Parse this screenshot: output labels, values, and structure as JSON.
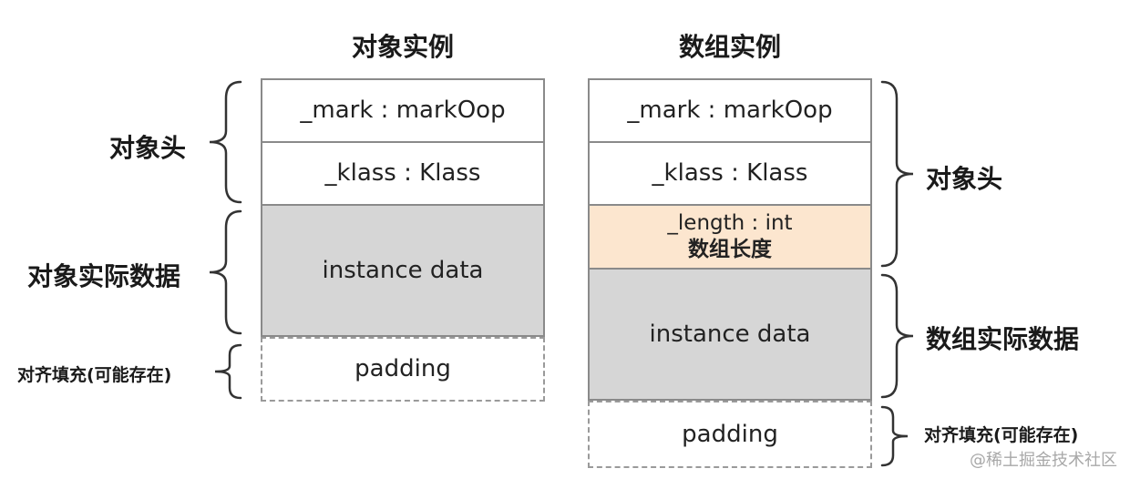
{
  "left": {
    "title": "对象实例",
    "mark": "_mark : markOop",
    "klass": "_klass : Klass",
    "instance": "instance data",
    "padding": "padding",
    "label_header": "对象头",
    "label_data": "对象实际数据",
    "label_padding": "对齐填充(可能存在)"
  },
  "right": {
    "title": "数组实例",
    "mark": "_mark : markOop",
    "klass": "_klass : Klass",
    "length_line1": "_length : int",
    "length_line2": "数组长度",
    "instance": "instance data",
    "padding": "padding",
    "label_header": "对象头",
    "label_data": "数组实际数据",
    "label_padding": "对齐填充(可能存在)"
  },
  "watermark": "@稀土掘金技术社区",
  "colors": {
    "gray_fill": "#d6d6d6",
    "length_fill": "#fce6cf",
    "border": "#8a8a8a"
  }
}
